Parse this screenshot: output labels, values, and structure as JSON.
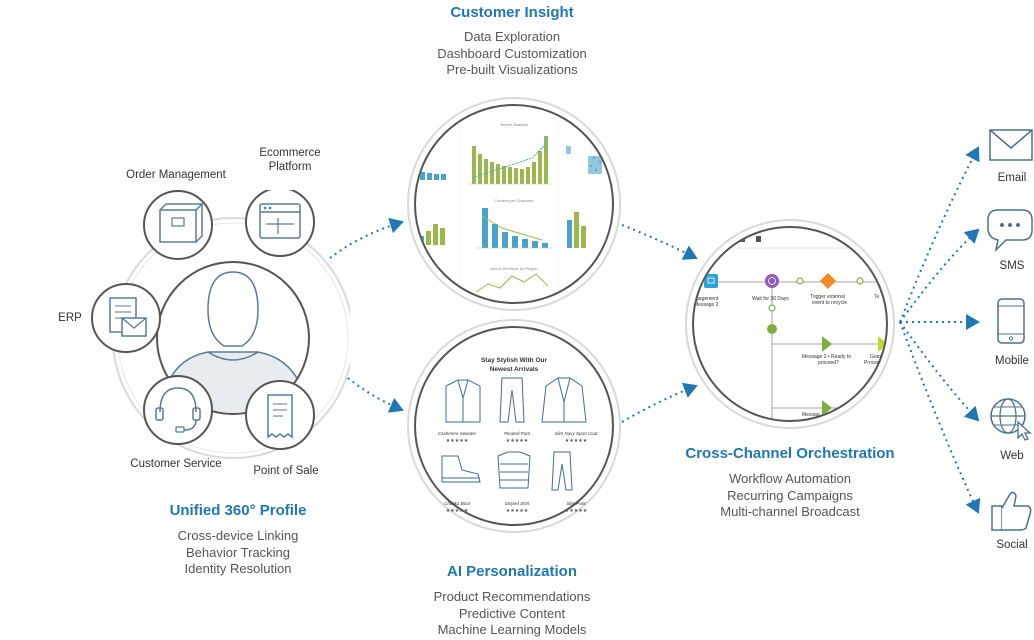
{
  "profile": {
    "title": "Unified  360° Profile",
    "items": [
      "Cross-device Linking",
      "Behavior Tracking",
      "Identity Resolution"
    ],
    "sources": {
      "order": "Order Management",
      "ecommerce": [
        "Ecommerce",
        "Platform"
      ],
      "erp": "ERP",
      "service": "Customer Service",
      "pos": "Point of Sale"
    }
  },
  "insight": {
    "title": "Customer Insight",
    "items": [
      "Data Exploration",
      "Dashboard Customization",
      "Pre-built Visualizations"
    ],
    "chart_titles": [
      "Tender Analysis",
      "Content per Customer",
      "Arrival Revenue by Region"
    ]
  },
  "personalization": {
    "title": "AI Personalization",
    "items": [
      "Product Recommendations",
      "Predictive Content",
      "Machine Learning Models"
    ],
    "email_heading": [
      "Stay Stylish With Our",
      "Newest Arrivals"
    ],
    "products": [
      "Cashmere Sweater",
      "Pleated Pant",
      "Slim Navy Sport Coat",
      "Chukka Boot",
      "Striped Shirt",
      "Slim Pant"
    ],
    "stars": "★★★★★"
  },
  "orchestration": {
    "title": "Cross-Channel Orchestration",
    "items": [
      "Workflow Automation",
      "Recurring Campaigns",
      "Multi-channel Broadcast"
    ],
    "nodes": {
      "reengage": [
        "e-engagement",
        "Message 2"
      ],
      "wait": "Wait for 30 Days",
      "trigger": [
        "Trigger external",
        "event to recycle"
      ],
      "tail": "Te",
      "msg2": [
        "Message 2 • Ready to",
        "proceed?"
      ],
      "gotoproc": [
        "Goto",
        "Proceed"
      ],
      "messages": "Messag"
    }
  },
  "channels": [
    "Email",
    "SMS",
    "Mobile",
    "Web",
    "Social"
  ],
  "colors": {
    "accent": "#1f77b4",
    "line": "#1f77b4",
    "ring": "#d9d9d9",
    "icon": "#555555"
  }
}
